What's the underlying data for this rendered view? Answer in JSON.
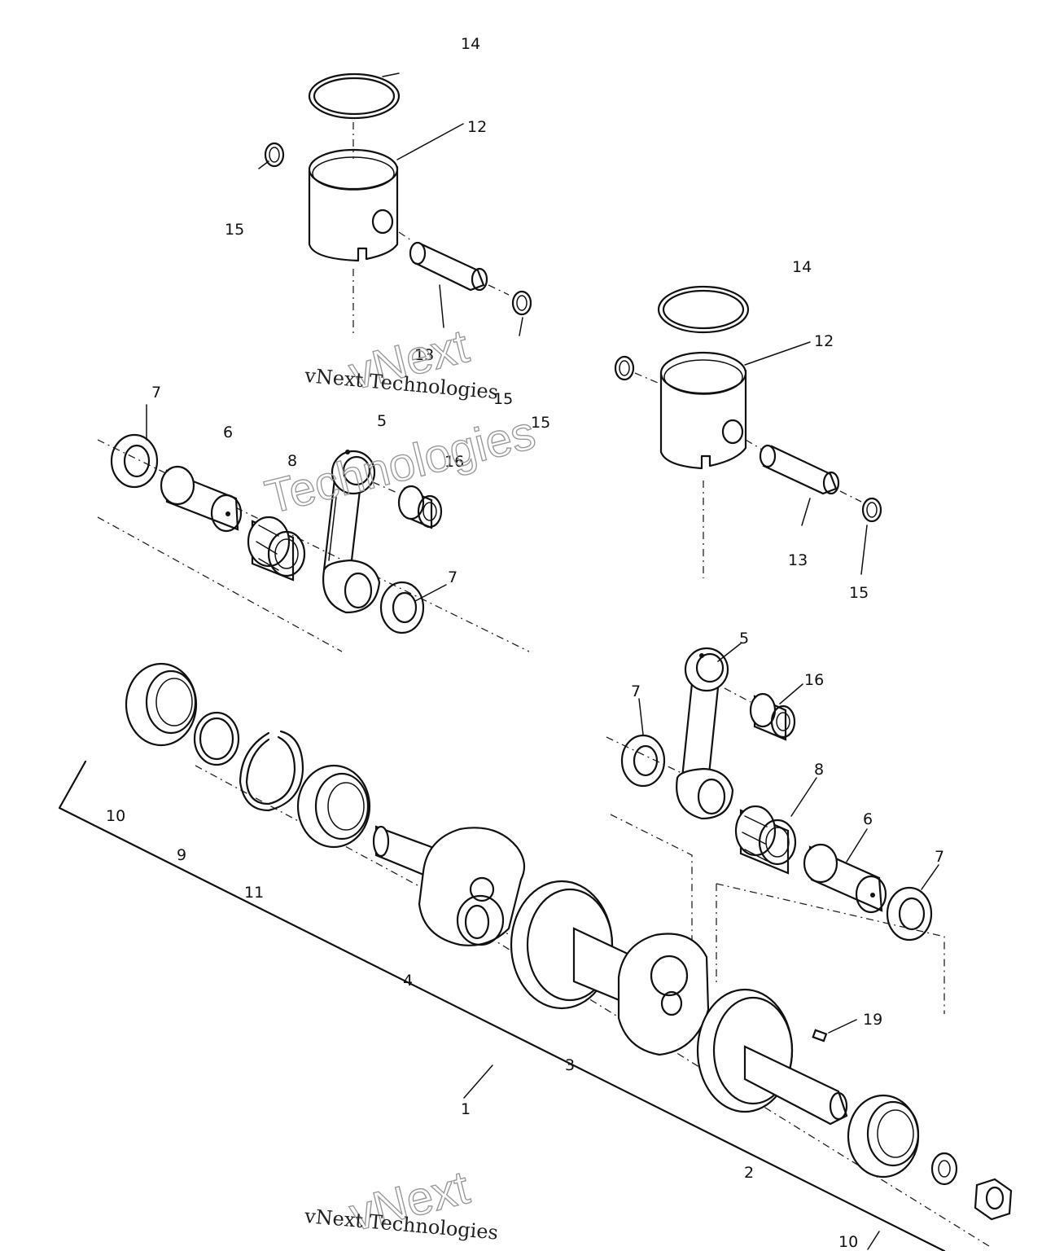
{
  "labels": {
    "n1": "1",
    "n2": "2",
    "n3": "3",
    "n4": "4",
    "n5a": "5",
    "n5b": "5",
    "n6a": "6",
    "n6b": "6",
    "n7a": "7",
    "n7b": "7",
    "n7c": "7",
    "n7d": "7",
    "n8a": "8",
    "n8b": "8",
    "n9": "9",
    "n10a": "10",
    "n10b": "10",
    "n11": "11",
    "n12a": "12",
    "n12b": "12",
    "n13a": "13",
    "n13b": "13",
    "n14a": "14",
    "n14b": "14",
    "n15a": "15",
    "n15b": "15",
    "n15c": "15",
    "n15d": "15",
    "n16a": "16",
    "n16b": "16",
    "n19": "19"
  },
  "watermark": {
    "company": "vNext Technologies",
    "outline_line1": "vNext",
    "outline_line2": "Technologies"
  },
  "colors": {
    "ink": "#111111",
    "paper": "#ffffff",
    "watermark": "#9a9a9a"
  }
}
